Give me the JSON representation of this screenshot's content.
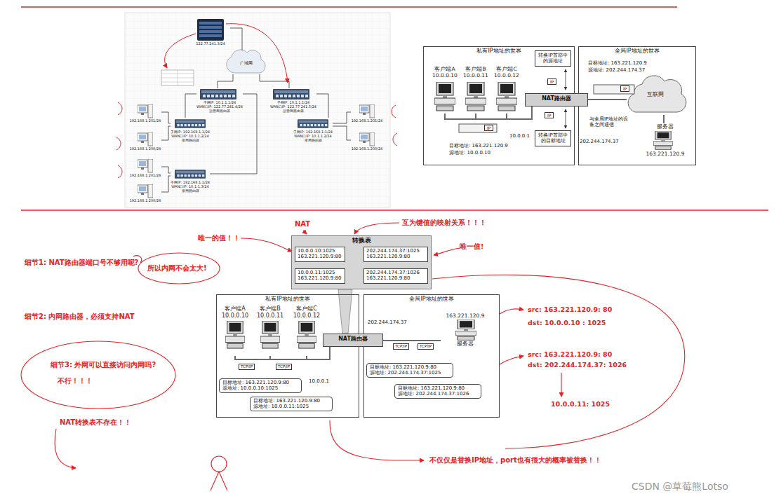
{
  "diagram": {
    "nodes": [
      {
        "text": [
          "122.77.241.3/24"
        ]
      },
      {
        "text": [
          "广域网"
        ]
      },
      {
        "text": [
          "子网IP: 10.1.1.1/24",
          "WAN口IP: 122.77.241.4/24",
          "运营商路由器"
        ]
      },
      {
        "text": [
          "子网IP: 10.1.1.1/24",
          "WAN口IP: 122.77.241.5/24",
          "运营商路由器"
        ]
      },
      {
        "text": [
          "子网IP: 192.168.1.1/24",
          "WAN口IP: 10.1.1.2/24",
          "家用路由器"
        ]
      },
      {
        "text": [
          "子网IP: 192.168.1.1/24",
          "WAN口IP: 10.1.1.2/24",
          "家用路由器"
        ]
      },
      {
        "text": [
          "子网IP: 192.168.1.1/24",
          "WAN口IP: 10.1.1.3/24",
          "家用路由器"
        ]
      },
      {
        "text": [
          "192.168.1.201/24"
        ]
      },
      {
        "text": [
          "192.168.1.200/24"
        ]
      },
      {
        "text": [
          "192.168.1.201/24"
        ]
      },
      {
        "text": [
          "192.168.1.200/24"
        ]
      },
      {
        "text": [
          "192.168.1.201/24"
        ]
      },
      {
        "text": [
          "192.168.1.200/24"
        ]
      },
      {
        "text": [
          "私有IP地址的世界"
        ]
      },
      {
        "text": [
          "客户端A",
          "10.0.0.10"
        ],
        "in": 13
      },
      {
        "text": [
          "客户端B",
          "10.0.0.11"
        ],
        "in": 13
      },
      {
        "text": [
          "客户端C",
          "10.0.0.12"
        ],
        "in": 13
      },
      {
        "text": [
          "全局IP地址的世界"
        ]
      },
      {
        "text": [
          "互联网"
        ],
        "in": 17
      },
      {
        "text": [
          "服务器",
          "163.221.120.9"
        ],
        "in": 17
      },
      {
        "text": [
          "NAT路由器"
        ]
      },
      {
        "text": [
          "转换IP首部中的源地址"
        ]
      },
      {
        "text": [
          "转换IP首部中的目标地址"
        ]
      },
      {
        "text": [
          "转换表"
        ]
      },
      {
        "text": [
          "10.0.0.10:1025",
          "163.221.120.9:80"
        ],
        "in": 23
      },
      {
        "text": [
          "202.244.174.37:1025",
          "163.221.120.9:80"
        ],
        "in": 23
      },
      {
        "text": [
          "10.0.0.11:1025",
          "163.221.120.9:80"
        ],
        "in": 23
      },
      {
        "text": [
          "202.244.174.37:1026",
          "163.221.120.9:80"
        ],
        "in": 23
      },
      {
        "text": [
          "私有IP地址的世界"
        ]
      },
      {
        "text": [
          "客户端A",
          "10.0.0.10"
        ],
        "in": 28
      },
      {
        "text": [
          "客户端B",
          "10.0.0.11"
        ],
        "in": 28
      },
      {
        "text": [
          "客户端C",
          "10.0.0.12"
        ],
        "in": 28
      },
      {
        "text": [
          "目标地址: 163.221.120.9:80",
          "源地址: 10.0.0.10:1025"
        ],
        "in": 28
      },
      {
        "text": [
          "目标地址: 163.221.120.9:80",
          "源地址: 10.0.0.11:1025"
        ],
        "in": 28
      },
      {
        "text": [
          "全局IP地址的世界"
        ]
      },
      {
        "text": [
          "163.221.120.9",
          "服务器"
        ],
        "in": 34
      },
      {
        "text": [
          "目标地址: 163.221.120.9:80",
          "源地址: 202.244.174.37:1025"
        ],
        "in": 34
      },
      {
        "text": [
          "目标地址: 163.221.120.9:80",
          "源地址: 202.244.174.37:1026"
        ],
        "in": 34
      },
      {
        "text": [
          "NAT路由器"
        ]
      }
    ],
    "edges": [
      {
        "from": 0,
        "to": 1,
        "arrow": "none"
      },
      {
        "from": 1,
        "to": 2,
        "arrow": "none"
      },
      {
        "from": 1,
        "to": 3,
        "arrow": "none"
      },
      {
        "from": 2,
        "to": 4,
        "arrow": "none"
      },
      {
        "from": 2,
        "to": 6,
        "arrow": "none"
      },
      {
        "from": 3,
        "to": 5,
        "arrow": "none"
      },
      {
        "from": 4,
        "to": 7,
        "arrow": "none"
      },
      {
        "from": 4,
        "to": 8,
        "arrow": "none"
      },
      {
        "from": 5,
        "to": 9,
        "arrow": "none"
      },
      {
        "from": 5,
        "to": 10,
        "arrow": "none"
      },
      {
        "from": 6,
        "to": 11,
        "arrow": "none"
      },
      {
        "from": 6,
        "to": 12,
        "arrow": "none"
      },
      {
        "from": 14,
        "to": 20,
        "arrow": "none"
      },
      {
        "from": 15,
        "to": 20,
        "arrow": "none"
      },
      {
        "from": 16,
        "to": 20,
        "arrow": "none"
      },
      {
        "from": 20,
        "to": 18,
        "arrow": "none"
      },
      {
        "from": 18,
        "to": 19,
        "arrow": "none"
      },
      {
        "from": 24,
        "to": 25,
        "arrow": "both"
      },
      {
        "from": 26,
        "to": 27,
        "arrow": "both"
      },
      {
        "from": 29,
        "to": 38,
        "arrow": "none"
      },
      {
        "from": 30,
        "to": 38,
        "arrow": "none"
      },
      {
        "from": 31,
        "to": 38,
        "arrow": "none"
      },
      {
        "from": 38,
        "to": 35,
        "arrow": "none"
      }
    ],
    "labels": [
      "IP",
      "IP",
      "IP",
      "IP",
      "目标地址: 163.221.120.9",
      "源地址: 202.244.174.37",
      "与全局IP地址的设备之间通信",
      "202.244.174.37",
      "10.0.0.1",
      "目标地址: 163.221.120.9",
      "源地址: 10.0.0.10",
      "NAT",
      "互为键值的映射关系！！！",
      "唯一的值！！",
      "唯一值!",
      "细节1: NAT路由器端口号不够用呢?",
      "所以内网不会太大!",
      "细节2: 内网路由器，必须支持NAT",
      "细节3: 外网可以直接访问内网吗?",
      "不行！！！",
      "NAT转换表不存在！！",
      "TCP/IP",
      "TCP/IP",
      "10.0.0.1",
      "202.244.174.37",
      "TCP/IP",
      "TCP/IP",
      "src: 163.221.120.9: 80",
      "dst: 10.0.0.10 : 1025",
      "src: 163.221.120.9: 80",
      "dst: 202.244.174.37: 1026",
      "10.0.0.11: 1025",
      "不仅仅是替换IP地址，port也有很大的概率被替换！！",
      "CSDN @草莓熊Lotso"
    ]
  }
}
